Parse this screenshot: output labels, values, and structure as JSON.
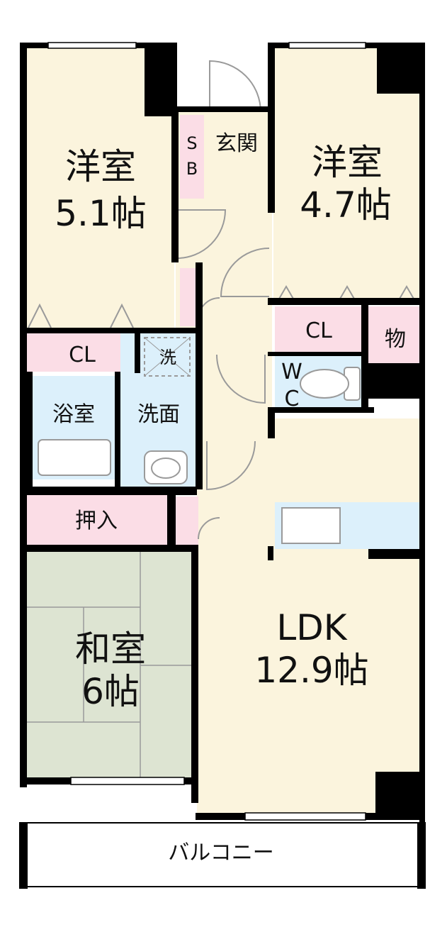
{
  "colors": {
    "floor": "#fbf4dd",
    "closet": "#fbdde6",
    "wet": "#dcf0fb",
    "tatami": "#dde4d2",
    "wall": "#000000",
    "line": "#9a9a9a"
  },
  "rooms": {
    "western_left": {
      "name": "洋室",
      "size": "5.1帖"
    },
    "western_right": {
      "name": "洋室",
      "size": "4.7帖"
    },
    "ldk": {
      "name": "LDK",
      "size": "12.9帖"
    },
    "japanese": {
      "name": "和室",
      "size": "6帖"
    },
    "entrance": "玄関",
    "shoe_box_s": "S",
    "shoe_box_b": "B",
    "closet_left": "CL",
    "closet_right": "CL",
    "storage": "物",
    "wc_w": "W",
    "wc_c": "C",
    "washer": "洗",
    "washroom": "洗面",
    "bathroom": "浴室",
    "oshiire": "押入",
    "balcony": "バルコニー"
  }
}
